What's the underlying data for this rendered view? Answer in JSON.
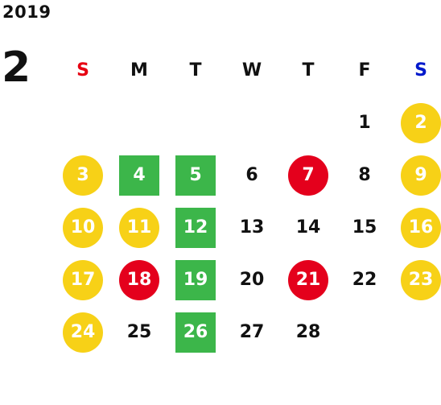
{
  "year": "2019",
  "month": "2",
  "colors": {
    "sunday": "#e60012",
    "saturday": "#0019cc",
    "highlight_yellow": "#f7d117",
    "highlight_red": "#e4001c",
    "highlight_green": "#3cb64a"
  },
  "weekdays": [
    "S",
    "M",
    "T",
    "W",
    "T",
    "F",
    "S"
  ],
  "days": [
    {
      "day": "1",
      "style": "plain"
    },
    {
      "day": "2",
      "style": "yellow"
    },
    {
      "day": "3",
      "style": "yellow"
    },
    {
      "day": "4",
      "style": "green"
    },
    {
      "day": "5",
      "style": "green"
    },
    {
      "day": "6",
      "style": "plain"
    },
    {
      "day": "7",
      "style": "red"
    },
    {
      "day": "8",
      "style": "plain"
    },
    {
      "day": "9",
      "style": "yellow"
    },
    {
      "day": "10",
      "style": "yellow"
    },
    {
      "day": "11",
      "style": "yellow"
    },
    {
      "day": "12",
      "style": "green"
    },
    {
      "day": "13",
      "style": "plain"
    },
    {
      "day": "14",
      "style": "plain"
    },
    {
      "day": "15",
      "style": "plain"
    },
    {
      "day": "16",
      "style": "yellow"
    },
    {
      "day": "17",
      "style": "yellow"
    },
    {
      "day": "18",
      "style": "red"
    },
    {
      "day": "19",
      "style": "green"
    },
    {
      "day": "20",
      "style": "plain"
    },
    {
      "day": "21",
      "style": "red"
    },
    {
      "day": "22",
      "style": "plain"
    },
    {
      "day": "23",
      "style": "yellow"
    },
    {
      "day": "24",
      "style": "yellow"
    },
    {
      "day": "25",
      "style": "plain"
    },
    {
      "day": "26",
      "style": "green"
    },
    {
      "day": "27",
      "style": "plain"
    },
    {
      "day": "28",
      "style": "plain"
    }
  ]
}
